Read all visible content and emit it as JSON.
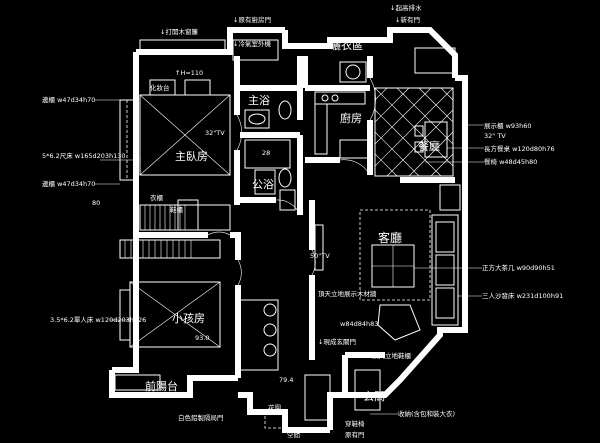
{
  "rooms": {
    "master_bedroom": "主臥房",
    "master_bath": "主浴",
    "public_bath": "公浴",
    "kitchen": "廚房",
    "laundry": "曬衣區",
    "dining": "餐廳",
    "living": "客廳",
    "small_bedroom": "小孩房",
    "entrance": "玄關",
    "front_balcony": "前陽台"
  },
  "notes": {
    "top_kitchen_door": "↓原有廚房門",
    "top_air_conditioner": "↓冷氣室外機",
    "top_cabinet_door": "↓打開木窗簾",
    "laundry_door": "↓新有門",
    "drainage_note": "↓起高排水",
    "bedroom_tv": "32\"TV",
    "bedroom_height": "↑H=110",
    "wardrobe_note": "衣櫃",
    "wall_cabinet_left_1": "邊櫃 w47d34h70",
    "wall_cabinet_left_2": "邊櫃 w47d34h70",
    "double_bed": "5*6.2尺床 w165d203h130",
    "dressing_table": "化妝台",
    "shoe_cabinet": "鞋櫃",
    "single_bed": "3.5*6.2單人床 w120d203h126",
    "living_tv": "50\"TV",
    "dining_side_cabinet": "展示櫃 w93h60",
    "dining_tv": "32\" TV",
    "dining_table": "長方餐桌 w120d80h76",
    "dining_chair": "餐椅 w48d45h80",
    "coffee_table": "正方大茶几 w90d90h51",
    "sofa": "三人沙發床 w231d100h91",
    "armchair": "w84d84h83",
    "living_partition": "頂天立地展示木材牆",
    "entrance_door": "↓現成玄關門",
    "entrance_cabinet": "頂天立地鞋櫃",
    "bottom_shelf": "收納(含包和裝大衣)",
    "bottom_mirror": "穿鞋椅",
    "bottom_door": "原有門",
    "bottom_gap": "空間",
    "balcony_door": "白色鋁製隔局門",
    "balcony_label": "花園",
    "dim_79": "79.4",
    "dim_bed": "93.0",
    "dim_bath": "28",
    "dim_door": "80"
  },
  "colors": {
    "background": "#000000",
    "lines": "#ffffff"
  }
}
